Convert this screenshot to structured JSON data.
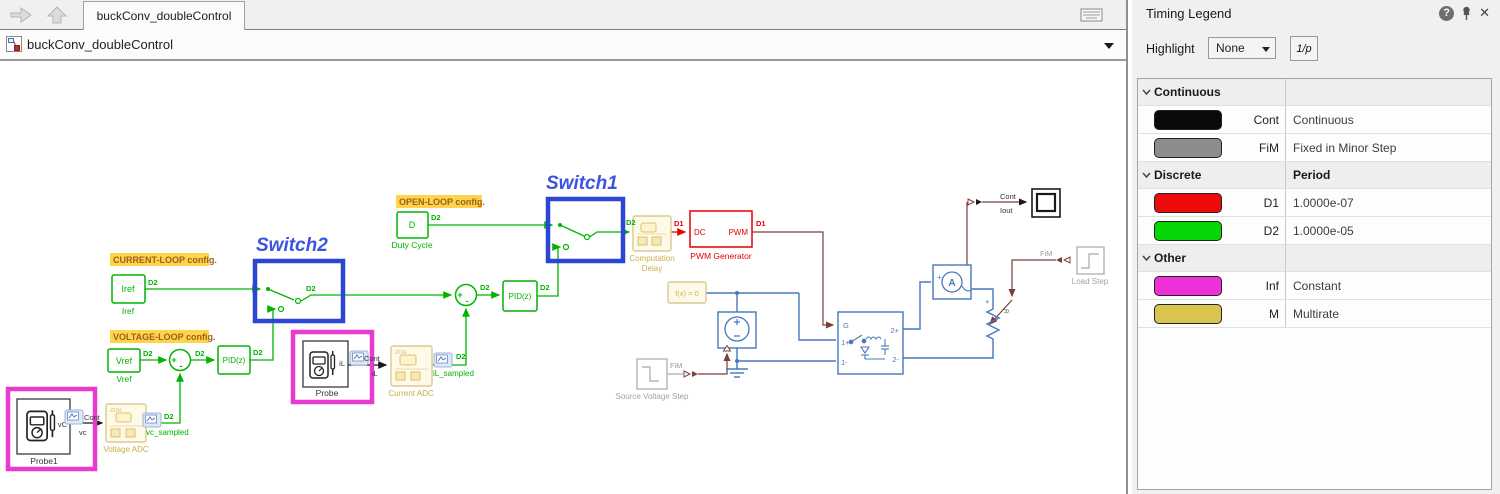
{
  "window": {
    "tab_title": "buckConv_doubleControl",
    "breadcrumb": "buckConv_doubleControl"
  },
  "icons": {
    "help": "?",
    "close": "✕"
  },
  "legend_panel": {
    "title": "Timing Legend",
    "highlight_label": "Highlight",
    "highlight_value": "None",
    "rate_button": "1/p",
    "groups": [
      {
        "name": "Continuous",
        "period_header": "",
        "rows": [
          {
            "color": "#0a0a0a",
            "code": "Cont",
            "desc": "Continuous"
          },
          {
            "color": "#8c8c8c",
            "code": "FiM",
            "desc": "Fixed in Minor Step"
          }
        ]
      },
      {
        "name": "Discrete",
        "period_header": "Period",
        "rows": [
          {
            "color": "#ed0b0b",
            "code": "D1",
            "desc": "1.0000e-07"
          },
          {
            "color": "#06d506",
            "code": "D2",
            "desc": "1.0000e-05"
          }
        ]
      },
      {
        "name": "Other",
        "period_header": "",
        "rows": [
          {
            "color": "#ee30d8",
            "code": "Inf",
            "desc": "Constant"
          },
          {
            "color": "#d9c44e",
            "code": "M",
            "desc": "Multirate"
          }
        ]
      }
    ]
  },
  "colors": {
    "d1": "#e60000",
    "d2": "#00b400",
    "cont": "#1a1a1a",
    "fim": "#8c8c8c",
    "constant": "#ee30d8",
    "multirate": "#d9c44e",
    "switch_highlight": "#2b46d4",
    "probe_highlight": "#e93ad0",
    "physical": "#4878bb"
  },
  "diagram": {
    "annotations": {
      "current_loop": "CURRENT-LOOP config.",
      "voltage_loop": "VOLTAGE-LOOP config.",
      "open_loop": "OPEN-LOOP config."
    },
    "labels": {
      "switch1": "Switch1",
      "switch2": "Switch2"
    },
    "blocks": {
      "iref": "Iref",
      "vref": "Vref",
      "pid": "PID(z)",
      "duty_symbol": "D",
      "duty_caption": "Duty Cycle",
      "comp_delay1": "Computation",
      "comp_delay2": "Delay",
      "pwm_caption": "PWM Generator",
      "solver": "f(x) = 0",
      "zoh": "ZOH",
      "vadc": "Voltage ADC",
      "cadc": "Current ADC",
      "probe": "Probe",
      "probe1": "Probe1",
      "svs": "Source Voltage Step",
      "load_step": "Load Step"
    },
    "rates": {
      "d1": "D1",
      "d2": "D2",
      "cont": "Cont",
      "fim": "FiM"
    },
    "ports": {
      "dc": "DC",
      "pwm": "PWM",
      "vc_out": "vC",
      "vc_in": "vc",
      "il": "iL",
      "iout": "Iout",
      "g": "G",
      "p1p": "1+",
      "p1m": "1-",
      "p2p": "2+",
      "p2m": "2-",
      "r": "R"
    },
    "signals": {
      "vc_sampled": "vc_sampled",
      "il_sampled": "iL_sampled"
    },
    "symbols": {
      "plus": "+",
      "minus": "-",
      "ammeter": "A"
    }
  }
}
